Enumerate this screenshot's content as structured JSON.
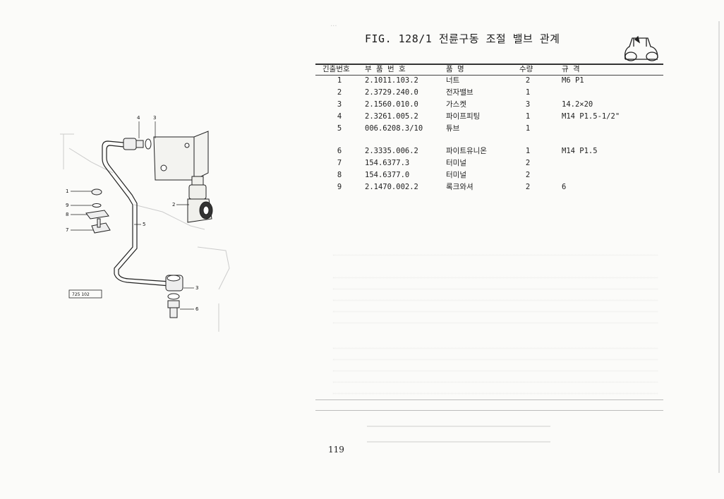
{
  "header": {
    "title": "FIG. 128/1 전륜구동 조절 밸브 관계"
  },
  "table": {
    "columns": {
      "index": "긴출번호",
      "part_no": "부 품 번 호",
      "name": "품 명",
      "qty": "수량",
      "spec": "규 격"
    },
    "rows": [
      {
        "index": "1",
        "part_no": "2.1011.103.2",
        "name": "너트",
        "qty": "2",
        "spec": "M6 P1"
      },
      {
        "index": "2",
        "part_no": "2.3729.240.0",
        "name": "전자밸브",
        "qty": "1",
        "spec": ""
      },
      {
        "index": "3",
        "part_no": "2.1560.010.0",
        "name": "가스켓",
        "qty": "3",
        "spec": "14.2×20"
      },
      {
        "index": "4",
        "part_no": "2.3261.005.2",
        "name": "파이프피팅",
        "qty": "1",
        "spec": "M14 P1.5-1/2\""
      },
      {
        "index": "5",
        "part_no": "006.6208.3/10",
        "name": "튜브",
        "qty": "1",
        "spec": ""
      },
      {
        "index": "6",
        "part_no": "2.3335.006.2",
        "name": "파이트유니온",
        "qty": "1",
        "spec": "M14 P1.5"
      },
      {
        "index": "7",
        "part_no": "154.6377.3",
        "name": "터미널",
        "qty": "2",
        "spec": ""
      },
      {
        "index": "8",
        "part_no": "154.6377.0",
        "name": "터미널",
        "qty": "2",
        "spec": ""
      },
      {
        "index": "9",
        "part_no": "2.1470.002.2",
        "name": "록크와셔",
        "qty": "2",
        "spec": "6"
      }
    ]
  },
  "diagram": {
    "callouts": [
      "4",
      "3",
      "1",
      "9",
      "8",
      "7",
      "2",
      "5",
      "3",
      "6"
    ],
    "ref_box": "725 102"
  },
  "footer": {
    "page_number": "119"
  }
}
